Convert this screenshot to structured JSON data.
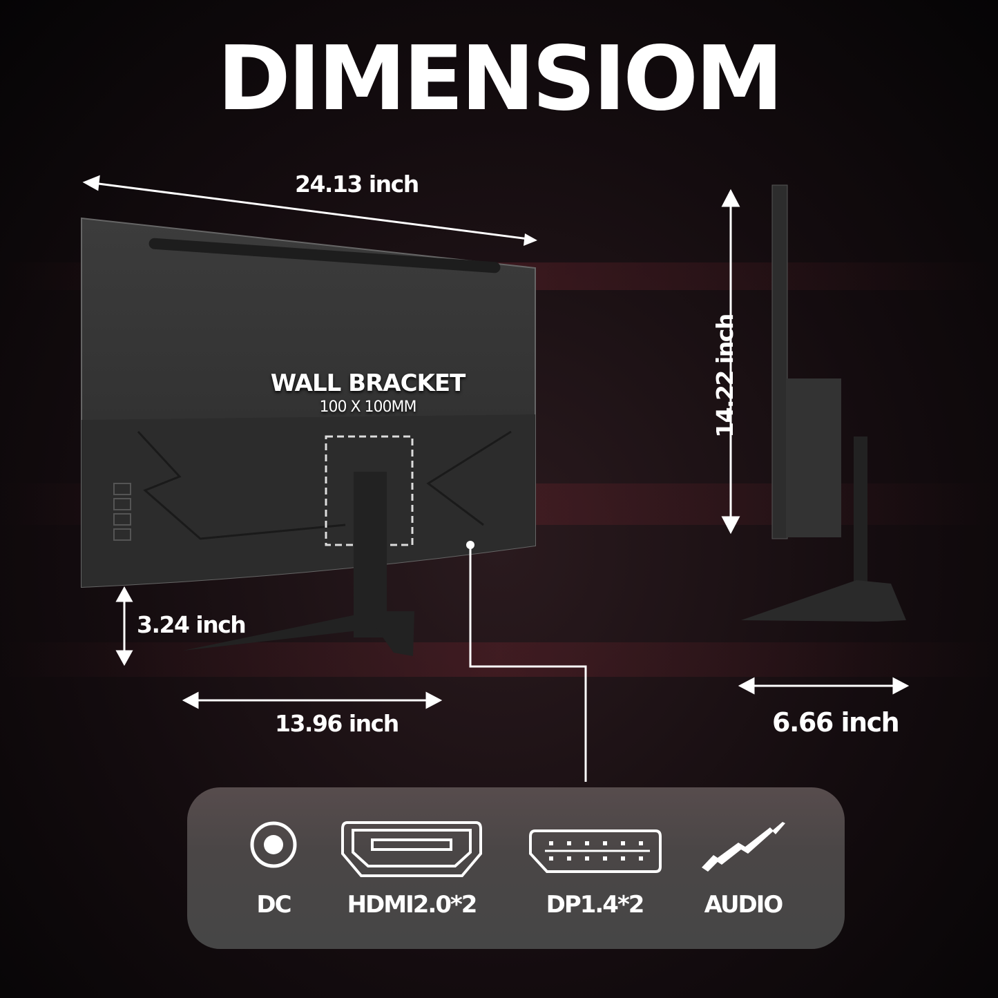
{
  "title": "DIMENSIOM",
  "dimensions": {
    "width": "24.13 inch",
    "height": "14.22 inch",
    "stand_height": "3.24 inch",
    "stand_width": "13.96 inch",
    "depth": "6.66 inch"
  },
  "wall_bracket": {
    "label": "WALL BRACKET",
    "size": "100 X 100MM"
  },
  "ports": [
    {
      "label": "DC",
      "icon": "dc-power-icon"
    },
    {
      "label": "HDMI2.0*2",
      "icon": "hdmi-icon"
    },
    {
      "label": "DP1.4*2",
      "icon": "displayport-icon"
    },
    {
      "label": "AUDIO",
      "icon": "audio-jack-icon"
    }
  ],
  "colors": {
    "text": "#ffffff",
    "panel": "#4a4646",
    "monitor": "#2e2e2e"
  }
}
